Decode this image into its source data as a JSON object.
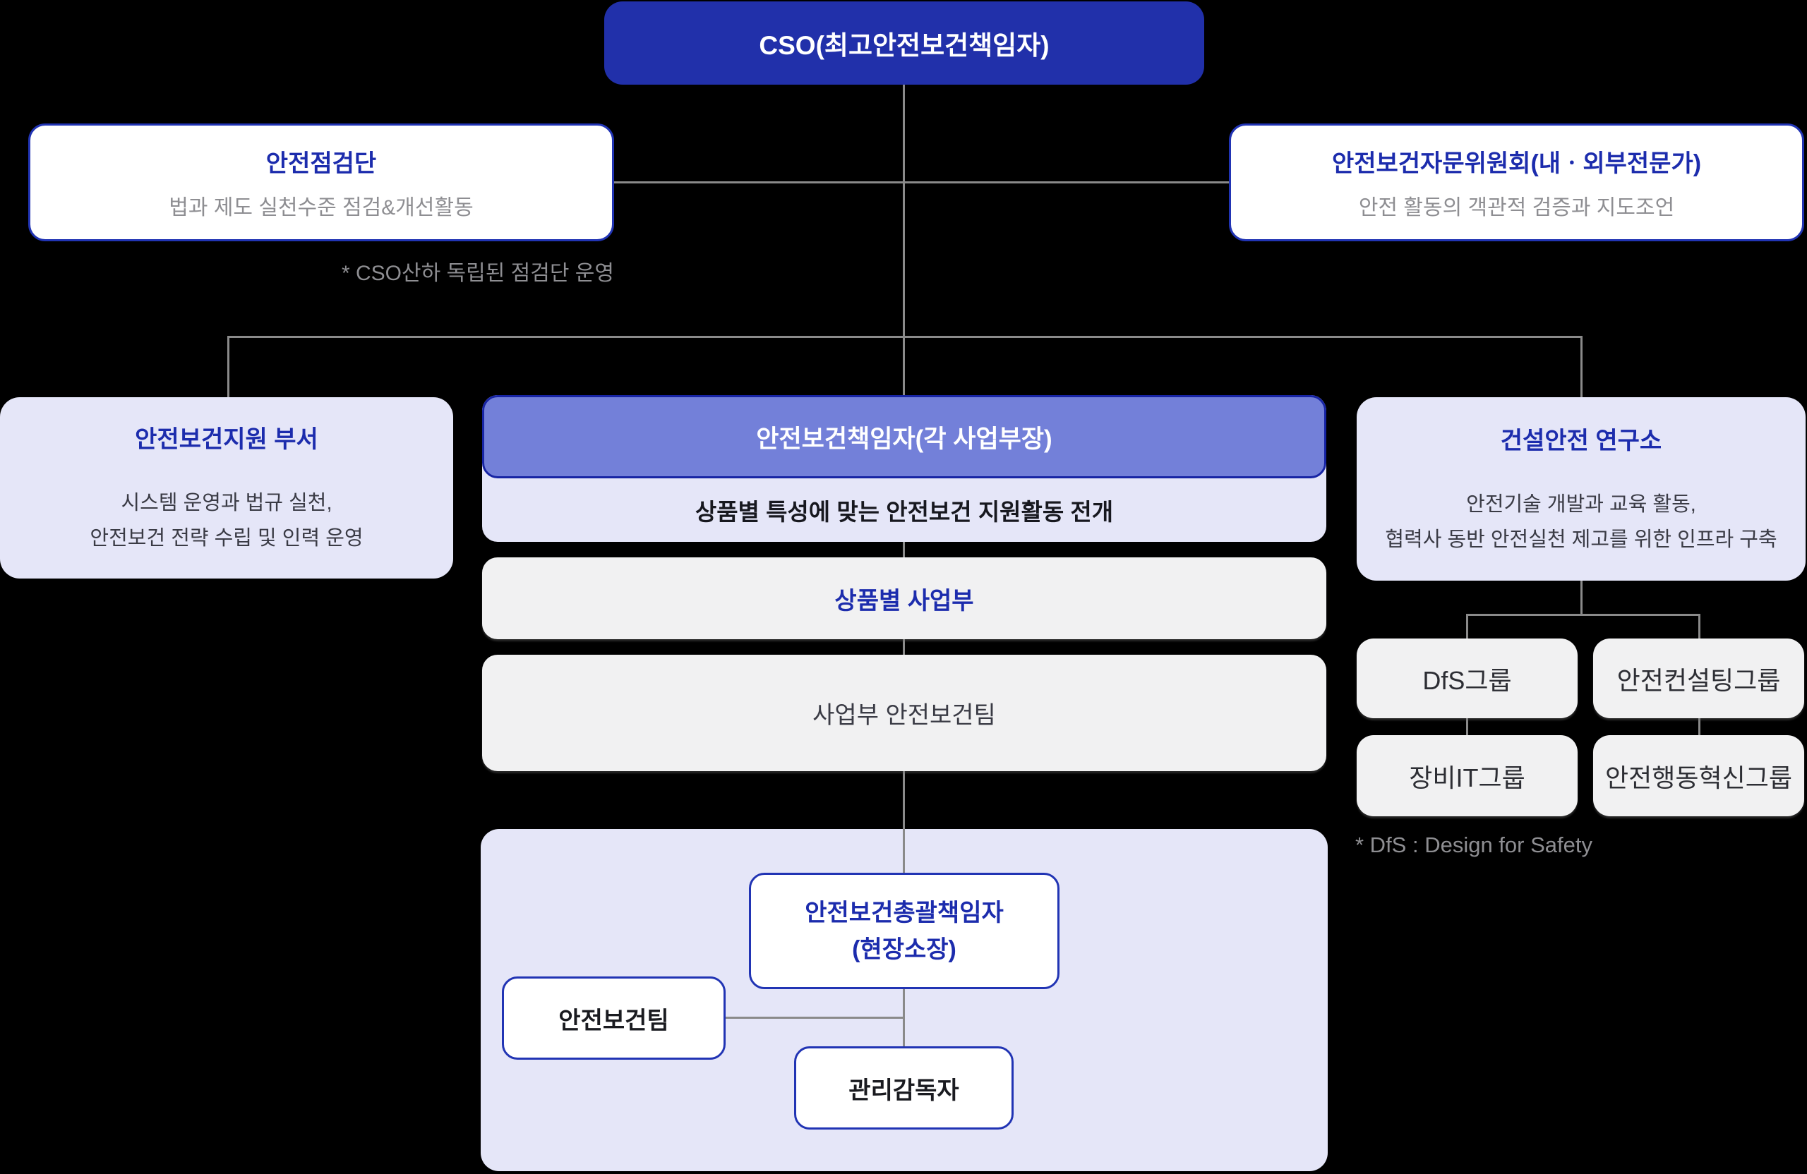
{
  "cso": {
    "label": "CSO(최고안전보건책임자)"
  },
  "inspection": {
    "title": "안전점검단",
    "subtitle": "법과 제도 실천수준 점검&개선활동",
    "note": "* CSO산하 독립된 점검단 운영"
  },
  "advisory": {
    "title": "안전보건자문위원회(내ㆍ외부전문가)",
    "subtitle": "안전 활동의 객관적 검증과 지도조언"
  },
  "support_dept": {
    "title": "안전보건지원 부서",
    "body1": "시스템 운영과 법규 실천,",
    "body2": "안전보건 전략 수립 및 인력 운영"
  },
  "division_head": {
    "title": "안전보건책임자(각 사업부장)",
    "subtitle": "상품별 특성에 맞는 안전보건 지원활동 전개"
  },
  "product_division": {
    "title": "상품별 사업부"
  },
  "division_safety_team": {
    "title": "사업부 안전보건팀"
  },
  "research": {
    "title": "건설안전 연구소",
    "body1": "안전기술 개발과 교육 활동,",
    "body2": "협력사 동반 안전실천 제고를 위한 인프라 구축",
    "groups": [
      "DfS그룹",
      "안전컨설팅그룹",
      "장비IT그룹",
      "안전행동혁신그룹"
    ],
    "note": "* DfS : Design for Safety"
  },
  "site": {
    "chief_line1": "안전보건총괄책임자",
    "chief_line2": "(현장소장)",
    "team": "안전보건팀",
    "supervisor": "관리감독자"
  },
  "colors": {
    "background": "#000000",
    "cso_fill": "#2130AA",
    "header_fill": "#7380D9",
    "header_border": "#1724A4",
    "lavender_fill": "#E5E6F8",
    "gray_fill": "#F1F1F2",
    "box_border_blue": "#2134B4",
    "title_blue": "#1C2CAD",
    "text_dark": "#3A3B45",
    "text_gray": "#8E8E92",
    "connector_gray": "#8A8A8A",
    "white": "#FFFFFF"
  }
}
